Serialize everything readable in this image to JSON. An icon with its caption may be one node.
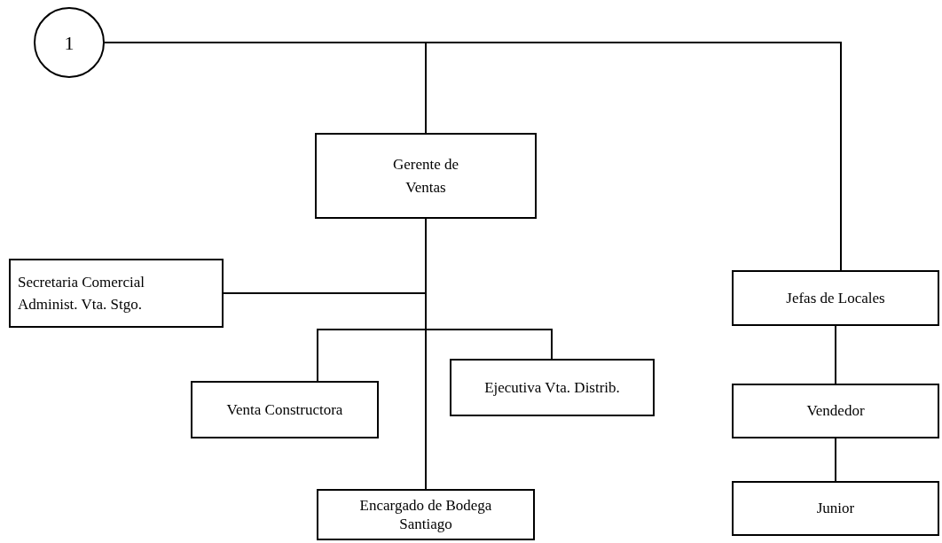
{
  "diagram": {
    "nodes": [
      {
        "text": [
          "1"
        ]
      },
      {
        "text": [
          "Gerente de Ventas"
        ]
      },
      {
        "text": [
          "Secretaria Comercial Administ. Vta. Stgo."
        ]
      },
      {
        "text": [
          "Venta Constructora"
        ]
      },
      {
        "text": [
          "Ejecutiva Vta. Distrib."
        ]
      },
      {
        "text": [
          "Encargado de Bodega Santiago"
        ]
      },
      {
        "text": [
          "Jefas de Locales"
        ]
      },
      {
        "text": [
          "Vendedor"
        ]
      },
      {
        "text": [
          "Junior"
        ]
      }
    ],
    "edges": [
      {
        "from": 0,
        "to": 1,
        "arrow": "none"
      },
      {
        "from": 0,
        "to": 6,
        "arrow": "none"
      },
      {
        "from": 1,
        "to": 2,
        "arrow": "none"
      },
      {
        "from": 1,
        "to": 3,
        "arrow": "none"
      },
      {
        "from": 1,
        "to": 4,
        "arrow": "none"
      },
      {
        "from": 1,
        "to": 5,
        "arrow": "none"
      },
      {
        "from": 6,
        "to": 7,
        "arrow": "none"
      },
      {
        "from": 7,
        "to": 8,
        "arrow": "none"
      }
    ]
  }
}
